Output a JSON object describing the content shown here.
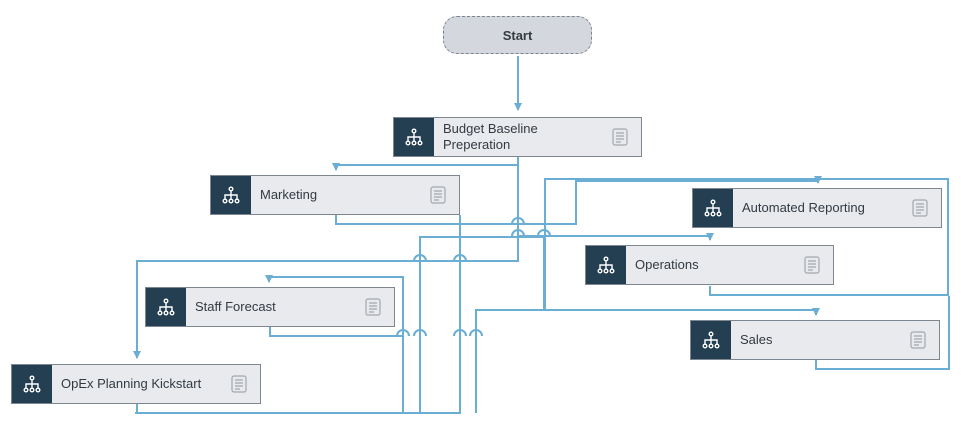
{
  "start": {
    "label": "Start"
  },
  "nodes": [
    {
      "key": "budget",
      "label": "Budget Baseline\nPreperation",
      "icon": "hierarchy-icon",
      "doc_icon": "document-icon"
    },
    {
      "key": "marketing",
      "label": "Marketing",
      "icon": "hierarchy-icon",
      "doc_icon": "document-icon"
    },
    {
      "key": "automated-reporting",
      "label": "Automated Reporting",
      "icon": "hierarchy-icon",
      "doc_icon": "document-icon"
    },
    {
      "key": "operations",
      "label": "Operations",
      "icon": "hierarchy-icon",
      "doc_icon": "document-icon"
    },
    {
      "key": "staff-forecast",
      "label": "Staff Forecast",
      "icon": "hierarchy-icon",
      "doc_icon": "document-icon"
    },
    {
      "key": "sales",
      "label": "Sales",
      "icon": "hierarchy-icon",
      "doc_icon": "document-icon"
    },
    {
      "key": "opex",
      "label": "OpEx Planning Kickstart",
      "icon": "hierarchy-icon",
      "doc_icon": "document-icon"
    }
  ],
  "colors": {
    "connector": "#6aaed4",
    "badge": "#243e52",
    "node_fill": "#e8eaed",
    "start_fill": "#d4d8de"
  }
}
